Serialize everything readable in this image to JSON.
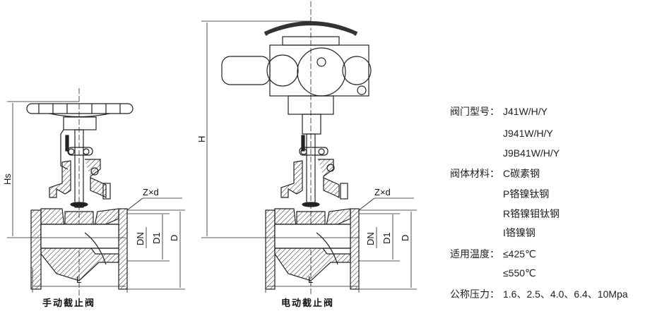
{
  "diagrams": {
    "manual": {
      "caption": "手动截止阀",
      "dims": {
        "height": "Hs",
        "length": "L",
        "bore": "DN",
        "bolt_circle": "D1",
        "flange": "D",
        "bolts": "Z×d"
      }
    },
    "electric": {
      "caption": "电动截止阀",
      "dims": {
        "height": "H",
        "length": "L",
        "bore": "DN",
        "bolt_circle": "D1",
        "flange": "D",
        "bolts": "Z×d"
      }
    }
  },
  "specs": {
    "model_label": "阀门型号：",
    "models": [
      "J41W/H/Y",
      "J941W/H/Y",
      "J9B41W/H/Y"
    ],
    "material_label": "阀体材料：",
    "materials": [
      "C碳素钢",
      "P铬镍钛钢",
      "R铬镍钼钛钢",
      "I铬镍钢"
    ],
    "temperature_label": "适用温度：",
    "temperatures": [
      "≤425℃",
      "≤550℃"
    ],
    "pressure_label": "公称压力：",
    "pressures": "1.6、2.5、4.0、6.4、10Mpa"
  }
}
